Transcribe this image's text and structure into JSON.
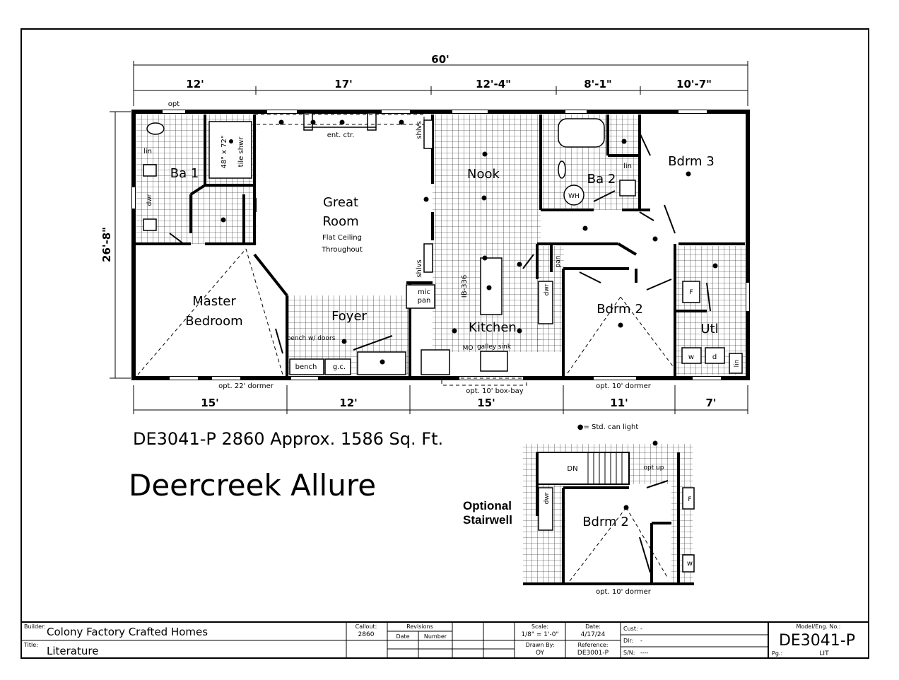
{
  "plan": {
    "model_line": "DE3041-P 2860 Approx. 1586 Sq. Ft.",
    "name": "Deercreek Allure",
    "optional_stairwell": [
      "Optional",
      "Stairwell"
    ],
    "legend": "●= Std. can light"
  },
  "dimensions": {
    "overall_width": "60'",
    "depth": "26'-8\"",
    "top": [
      "12'",
      "17'",
      "12'-4\"",
      "8'-1\"",
      "10'-7\""
    ],
    "bottom": [
      "15'",
      "12'",
      "15'",
      "11'",
      "7'"
    ]
  },
  "rooms": {
    "ba1": "Ba 1",
    "great_room": "Great",
    "great_room_2": "Room",
    "flat_ceiling": "Flat Ceiling",
    "throughout": "Throughout",
    "nook": "Nook",
    "ba2": "Ba 2",
    "bdrm3": "Bdrm 3",
    "master": "Master",
    "master_2": "Bedroom",
    "foyer": "Foyer",
    "kitchen": "Kitchen",
    "bdrm2": "Bdrm 2",
    "utl": "Utl",
    "bdrm2_alt": "Bdrm 2"
  },
  "notes": {
    "opt_top": "opt",
    "lin1": "lin",
    "shower_size": "48\" x 72\"",
    "tile_shower": "tile shwr",
    "dwr_bath": "dwr",
    "ent_ctr": "ent. ctr.",
    "shlvs_top": "shlvs",
    "shlvs_bottom": "shlvs",
    "lin2": "lin",
    "wh": "WH",
    "pan": "pan",
    "mic": "mic",
    "mic_pan": "pan",
    "ib": "IB-336",
    "dwr_kitchen": "dwr",
    "galley_sink": "galley sink",
    "mo": "MO",
    "bench_w_doors": "bench w/ doors",
    "bench": "bench",
    "gc": "g.c.",
    "f": "F",
    "w": "w",
    "d": "d",
    "lin3": "lin",
    "dormer_master": "opt. 22' dormer",
    "box_bay": "opt. 10' box-bay",
    "dormer_bdrm2": "opt. 10' dormer",
    "dn": "DN",
    "opt_up": "opt up",
    "dwr_alt": "dwr",
    "f_alt": "F",
    "w_alt": "w",
    "dormer_alt": "opt. 10' dormer"
  },
  "title_block": {
    "builder_label": "Builder:",
    "builder": "Colony Factory Crafted Homes",
    "title_label": "Title:",
    "title": "Literature",
    "callout_label": "Callout:",
    "callout": "2860",
    "revisions_label": "Revisions",
    "date_label": "Date",
    "number_label": "Number",
    "scale_label": "Scale:",
    "scale": "1/8\" = 1'-0\"",
    "date_label2": "Date:",
    "date": "4/17/24",
    "drawn_by_label": "Drawn By:",
    "drawn_by": "OY",
    "reference_label": "Reference:",
    "reference": "DE3001-P",
    "cust_label": "Cust:",
    "cust": "-",
    "dlr_label": "Dlr:",
    "dlr": "-",
    "sn_label": "S/N:",
    "sn": "----",
    "model_label": "Model/Eng. No.:",
    "model": "DE3041-P",
    "pg_label": "Pg.:",
    "pg": "LIT"
  }
}
